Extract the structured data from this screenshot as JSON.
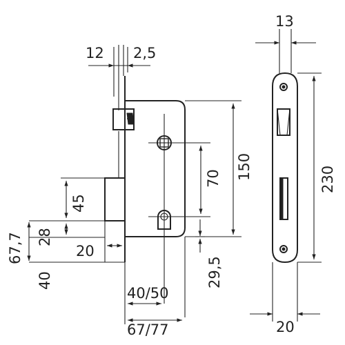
{
  "dimensions": {
    "face_width_top": "13",
    "backset_gap_12": "12",
    "plate_thickness": "2,5",
    "height_150": "150",
    "center_distance": "70",
    "faceplate_length": "230",
    "latch_height": "45",
    "offset_28": "28",
    "offset_67_7": "67,7",
    "offset_20_left": "20",
    "offset_40": "40",
    "lower_offset": "29,5",
    "backset": "40/50",
    "case_depth": "67/77",
    "face_width_bottom": "20"
  },
  "colors": {
    "line": "#222222",
    "background": "#ffffff"
  }
}
